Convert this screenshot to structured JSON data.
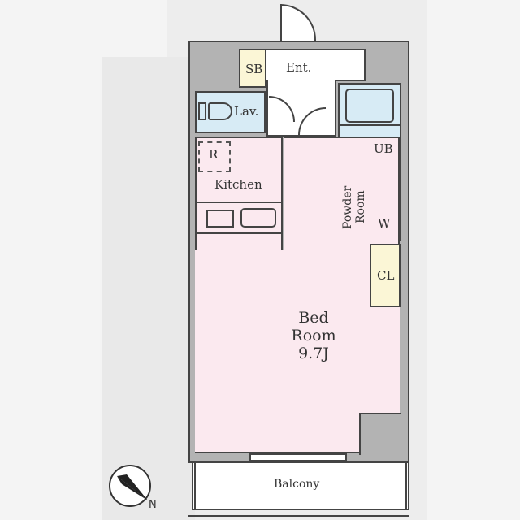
{
  "rooms": {
    "shoe_box": "SB",
    "entrance": "Ent.",
    "lavatory": "Lav.",
    "refrigerator": "R",
    "kitchen": "Kitchen",
    "unit_bath": "UB",
    "powder_room": "Powder Room",
    "washer": "W",
    "closet": "CL",
    "bedroom_line1": "Bed",
    "bedroom_line2": "Room",
    "bedroom_size": "9.7J",
    "balcony": "Balcony"
  },
  "compass": {
    "label": "N"
  },
  "colors": {
    "wall": "#b3b3b3",
    "pink": "#fbe9ef",
    "blue": "#d7ebf5",
    "yellow": "#fbf6d6"
  }
}
